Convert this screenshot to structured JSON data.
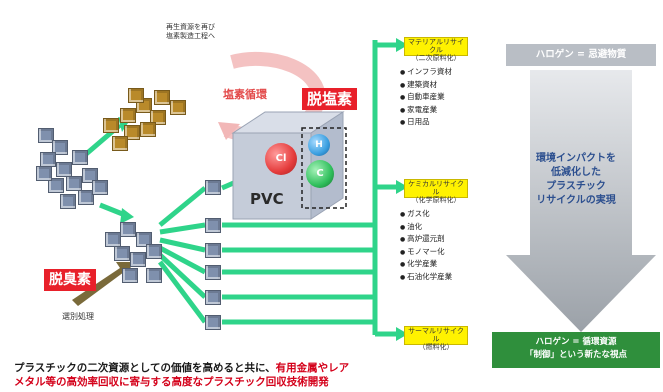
{
  "top_note": [
    "再生資源を再び",
    "塩素製造工程へ"
  ],
  "cycle_label": "塩素循環",
  "dechlorination_label": "脱塩素",
  "deodorization_label": "脱臭素",
  "pretreatment_label": "選別処理",
  "pvc_label": "PVC",
  "atoms": {
    "cl": "Cl",
    "h": "H",
    "c": "C"
  },
  "material_recycle": {
    "title": [
      "マテリアルリサイクル",
      "（二次原料化）"
    ],
    "items": [
      "インフラ資材",
      "建築資材",
      "自動車産業",
      "家電産業",
      "日用品"
    ]
  },
  "chemical_recycle": {
    "title": [
      "ケミカルリサイクル",
      "（化学原料化）"
    ],
    "items": [
      "ガス化",
      "油化",
      "高炉還元剤",
      "モノマー化",
      "化学産業",
      "石油化学産業"
    ]
  },
  "thermal_recycle": {
    "title": [
      "サーマルリサイクル",
      "（燃料化）"
    ]
  },
  "right_panel": {
    "top_label": "ハロゲン = 忌避物質",
    "arrow_text": [
      "環境インパクトを",
      "低減化した",
      "プラスチック",
      "リサイクルの実現"
    ],
    "bottom_label": [
      "ハロゲン = 循環資源",
      "「制御」という新たな視点"
    ]
  },
  "caption": {
    "line1_normal": "プラスチックの二次資源としての価値を高めると共に、",
    "line1_highlight": "有用金属やレア",
    "line2_highlight": "メタル等の高効率回収に寄与する高度なプラスチック回収技術開発"
  },
  "colors": {
    "flow_green": "#2fd48a",
    "tag_red": "#e8202a",
    "box_yellow": "#fff200",
    "atom_cl": "#e53c3c",
    "atom_h": "#3a9fe0",
    "atom_c": "#2fbf5c",
    "brown_cube": "#b98a2a",
    "steel_cube": "#7f90ad"
  }
}
